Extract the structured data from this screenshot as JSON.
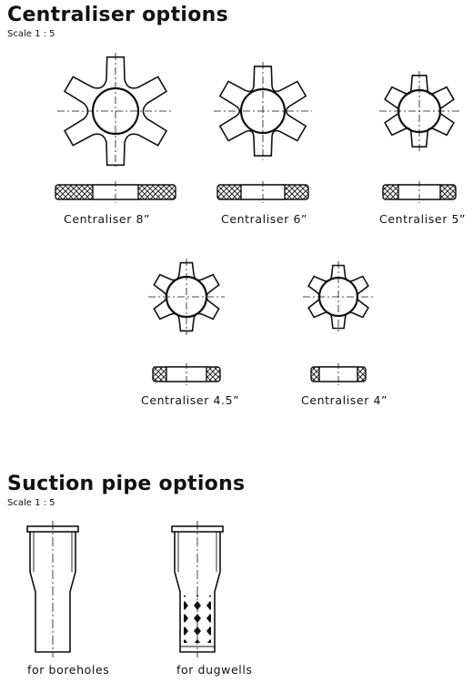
{
  "centraliser_section": {
    "title": "Centraliser options",
    "scale": "Scale 1 : 5",
    "items": [
      {
        "label": "Centraliser 8”"
      },
      {
        "label": "Centraliser 6”"
      },
      {
        "label": "Centraliser 5”"
      },
      {
        "label": "Centraliser 4.5”"
      },
      {
        "label": "Centraliser 4”"
      }
    ]
  },
  "suction_section": {
    "title": "Suction pipe options",
    "scale": "Scale 1 : 5",
    "items": [
      {
        "label": "for boreholes"
      },
      {
        "label": "for dugwells"
      }
    ]
  }
}
